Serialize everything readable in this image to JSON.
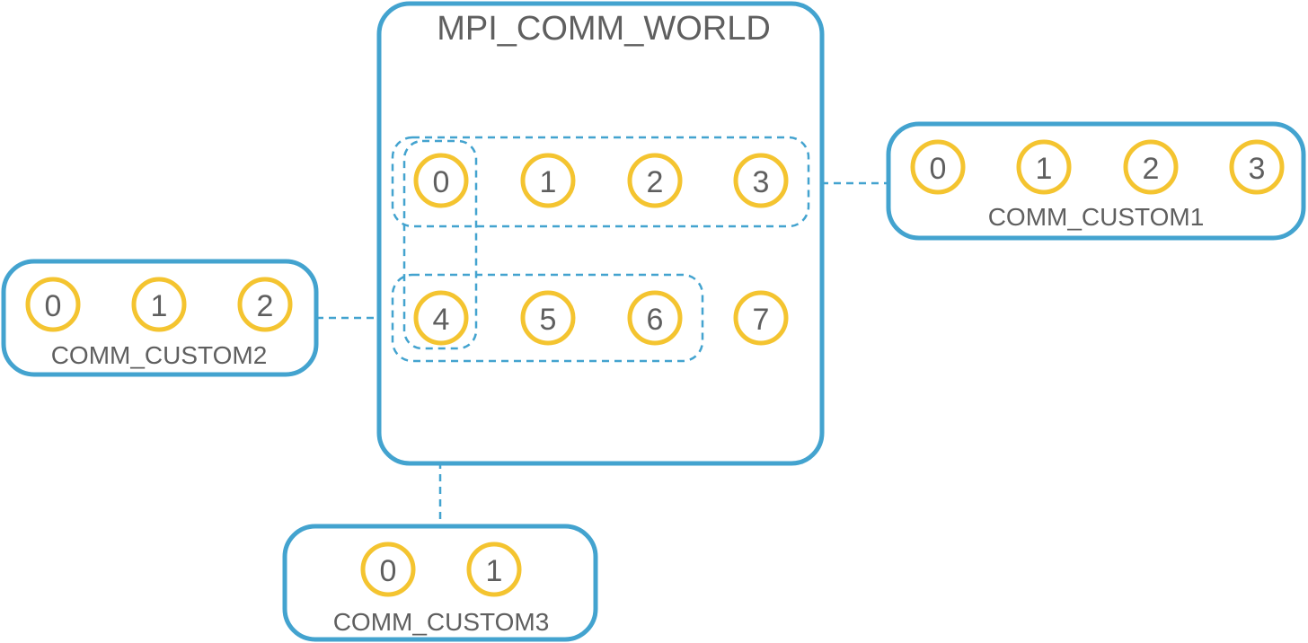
{
  "world": {
    "label": "MPI_COMM_WORLD",
    "ranks": [
      "0",
      "1",
      "2",
      "3",
      "4",
      "5",
      "6",
      "7"
    ]
  },
  "custom1": {
    "label": "COMM_CUSTOM1",
    "ranks": [
      "0",
      "1",
      "2",
      "3"
    ]
  },
  "custom2": {
    "label": "COMM_CUSTOM2",
    "ranks": [
      "0",
      "1",
      "2"
    ]
  },
  "custom3": {
    "label": "COMM_CUSTOM3",
    "ranks": [
      "0",
      "1"
    ]
  },
  "colors": {
    "communicator_border": "#43a3cf",
    "rank_border": "#f4c430",
    "text": "#5f5f5f"
  }
}
